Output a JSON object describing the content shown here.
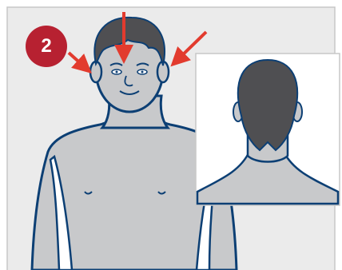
{
  "step": {
    "number": "2"
  },
  "colors": {
    "background_panel": "#ebebeb",
    "panel_border": "#c7c7c7",
    "skin": "#c8c9cb",
    "outline": "#0c3f74",
    "hair": "#4f4f52",
    "arrow": "#e23b2e",
    "badge": "#b72131"
  },
  "illustration": {
    "front_view": "front-view-man-head-torso",
    "back_view": "back-view-head-neck",
    "arrow_count": 3
  }
}
